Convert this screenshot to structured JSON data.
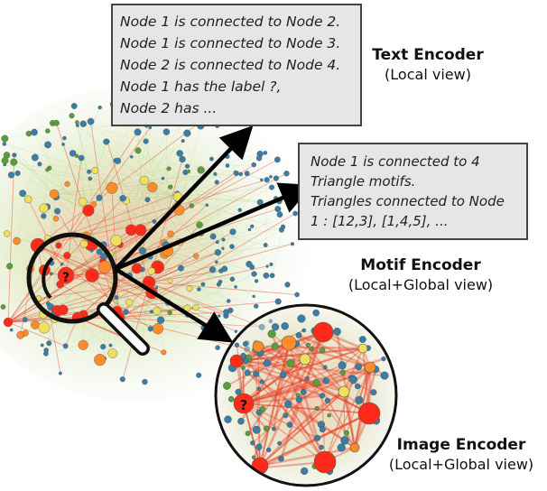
{
  "text_encoder": {
    "lines": [
      "Node 1 is connected to Node 2.",
      "Node 1 is connected to Node 3.",
      "Node 2 is connected to Node 4.",
      "Node 1 has the label ?,",
      "Node 2 has ..."
    ],
    "title": "Text Encoder",
    "subtitle": "(Local view)"
  },
  "motif_encoder": {
    "lines": [
      "Node 1 is connected to 4",
      "Triangle motifs.",
      "Triangles connected to Node",
      "1 : [12,3], [1,4,5], ..."
    ],
    "title": "Motif Encoder",
    "subtitle": "(Local+Global view)"
  },
  "image_encoder": {
    "title": "Image Encoder",
    "subtitle": "(Local+Global view)"
  },
  "graph": {
    "unknown_label": "?"
  },
  "colors": {
    "box_fill": "#e6e6e6",
    "box_border": "#444444",
    "arrow": "#000000",
    "edge_red": "#e8402a",
    "edge_green": "#9ccc65",
    "node_red": "#ff2b1a",
    "node_orange": "#ff8c2a",
    "node_yellow": "#eee05a",
    "node_green": "#5a9e3c",
    "node_blue": "#3a7ea8"
  }
}
